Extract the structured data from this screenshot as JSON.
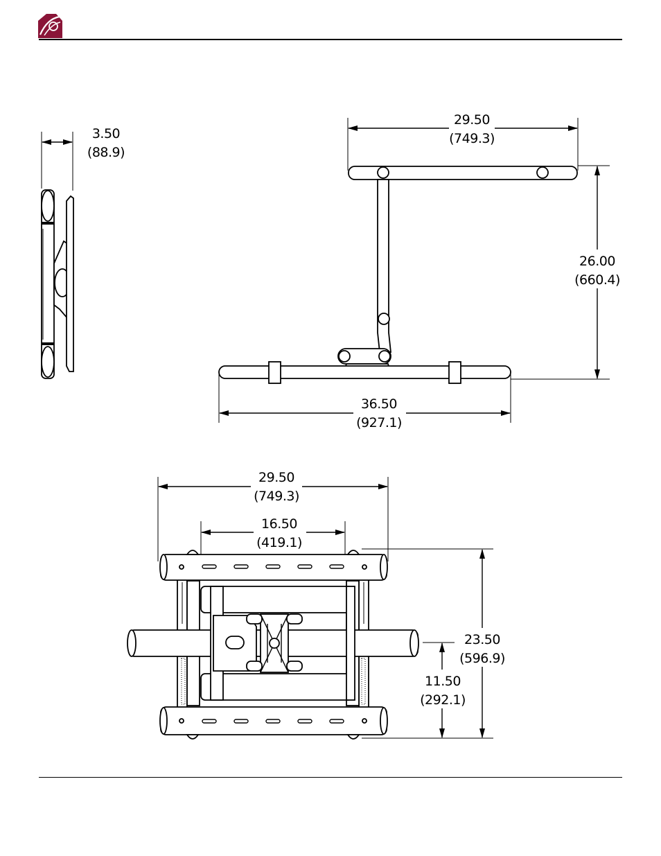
{
  "brand": {
    "logo_icon": "peerless-logo-icon",
    "logo_color": "#8a1538"
  },
  "side_view": {
    "depth": {
      "inches": "3.50",
      "mm": "(88.9)"
    }
  },
  "top_view": {
    "arm_width": {
      "inches": "29.50",
      "mm": "(749.3)"
    },
    "extension": {
      "inches": "26.00",
      "mm": "(660.4)"
    },
    "overall_width": {
      "inches": "36.50",
      "mm": "(927.1)"
    }
  },
  "front_view": {
    "rail_width": {
      "inches": "29.50",
      "mm": "(749.3)"
    },
    "hole_span": {
      "inches": "16.50",
      "mm": "(419.1)"
    },
    "overall_height": {
      "inches": "23.50",
      "mm": "(596.9)"
    },
    "center_height": {
      "inches": "11.50",
      "mm": "(292.1)"
    }
  }
}
